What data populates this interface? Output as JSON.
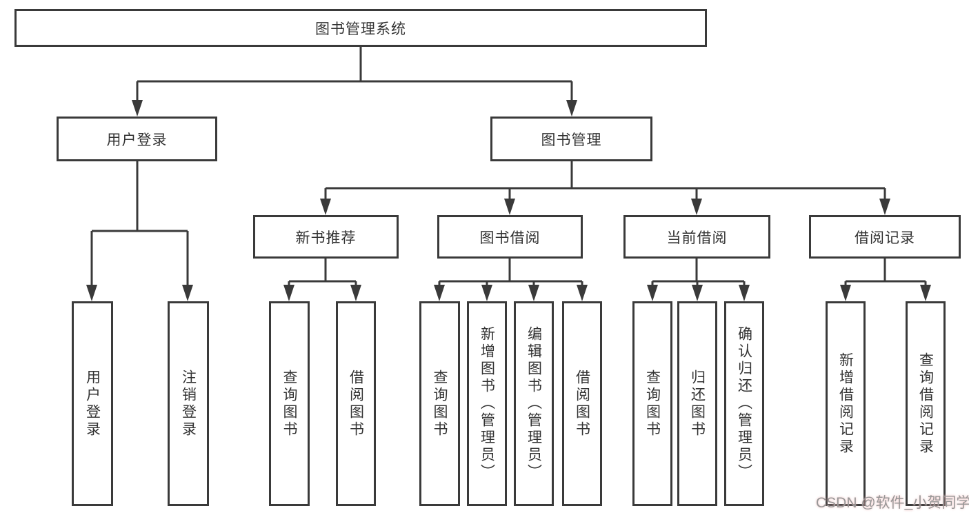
{
  "diagram": {
    "nodes": {
      "root": "图书管理系统",
      "user_login": "用户登录",
      "book_management": "图书管理",
      "new_book_recommend": "新书推荐",
      "book_borrow": "图书借阅",
      "current_borrow": "当前借阅",
      "borrow_records": "借阅记录",
      "leaves": {
        "user_login_1": "用户登录",
        "user_login_2": "注销登录",
        "new_book_1": "查询图书",
        "new_book_2": "借阅图书",
        "borrow_1": "查询图书",
        "borrow_2": "新增图书（管理员）",
        "borrow_3": "编辑图书（管理员）",
        "borrow_4": "借阅图书",
        "current_1": "查询图书",
        "current_2": "归还图书",
        "current_3": "确认归还（管理员）",
        "records_1": "新增借阅记录",
        "records_2": "查询借阅记录"
      }
    },
    "watermark": "CSDN @软件_小贺同学",
    "colors": {
      "line": "#3a3a3a",
      "text": "#333333",
      "watermark": "#979797",
      "background": "#ffffff"
    }
  }
}
